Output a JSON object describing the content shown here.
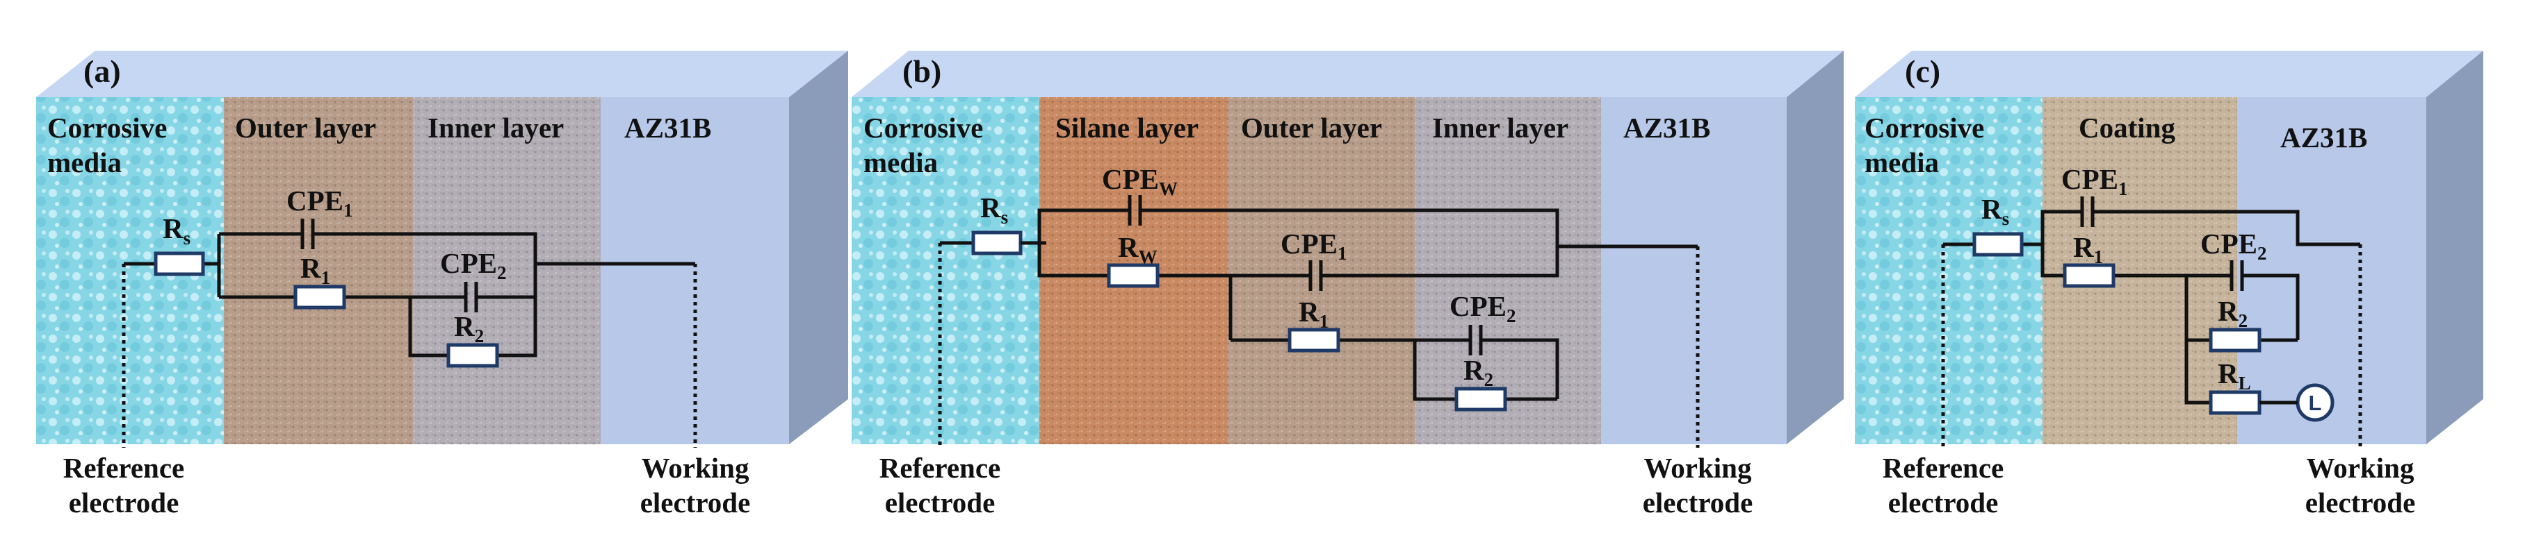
{
  "colors": {
    "media": "#86d6e6",
    "silane": "#c98a63",
    "outer": "#b89e8a",
    "inner": "#b3aeb6",
    "coating": "#c7b49c",
    "substrate": "#b7c8e8",
    "side": "#8a9cba",
    "top": "#c6d7f3",
    "resistor_border": "#1f3a66"
  },
  "panels": [
    {
      "tag": "(a)",
      "layers": [
        "Corrosive media",
        "Outer layer",
        "Inner layer",
        "AZ31B"
      ],
      "elements": {
        "rs": "R",
        "rs_sub": "s",
        "cpe1": "CPE",
        "cpe1_sub": "1",
        "r1": "R",
        "r1_sub": "1",
        "cpe2": "CPE",
        "cpe2_sub": "2",
        "r2": "R",
        "r2_sub": "2"
      },
      "reference": [
        "Reference",
        "electrode"
      ],
      "working": [
        "Working",
        "electrode"
      ]
    },
    {
      "tag": "(b)",
      "layers": [
        "Corrosive media",
        "Silane layer",
        "Outer layer",
        "Inner layer",
        "AZ31B"
      ],
      "elements": {
        "rs": "R",
        "rs_sub": "s",
        "cpew": "CPE",
        "cpew_sub": "W",
        "rw": "R",
        "rw_sub": "W",
        "cpe1": "CPE",
        "cpe1_sub": "1",
        "r1": "R",
        "r1_sub": "1",
        "cpe2": "CPE",
        "cpe2_sub": "2",
        "r2": "R",
        "r2_sub": "2"
      },
      "reference": [
        "Reference",
        "electrode"
      ],
      "working": [
        "Working",
        "electrode"
      ]
    },
    {
      "tag": "(c)",
      "layers": [
        "Corrosive media",
        "Coating",
        "AZ31B"
      ],
      "elements": {
        "rs": "R",
        "rs_sub": "s",
        "cpe1": "CPE",
        "cpe1_sub": "1",
        "r1": "R",
        "r1_sub": "1",
        "cpe2": "CPE",
        "cpe2_sub": "2",
        "r2": "R",
        "r2_sub": "2",
        "rl": "R",
        "rl_sub": "L",
        "inductor": "L"
      },
      "reference": [
        "Reference",
        "electrode"
      ],
      "working": [
        "Working",
        "electrode"
      ]
    }
  ]
}
